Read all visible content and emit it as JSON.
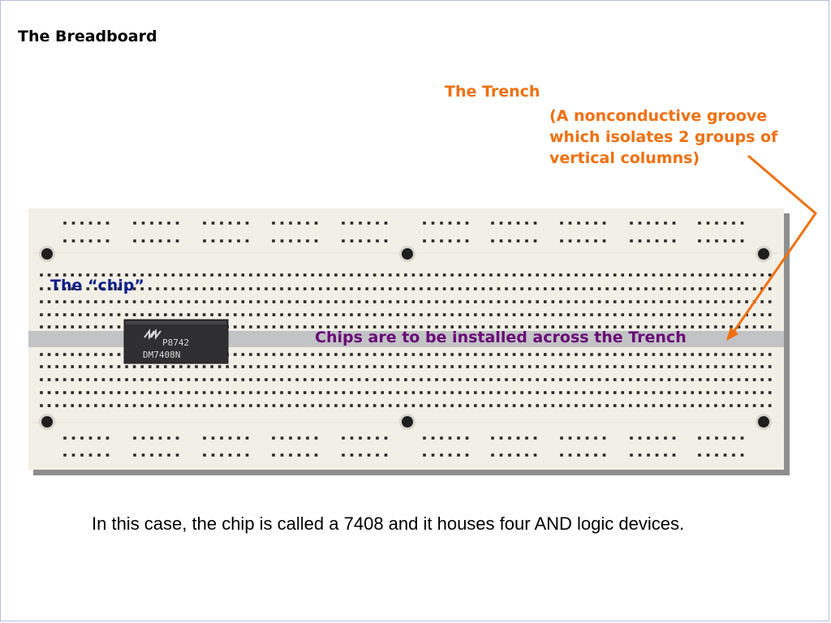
{
  "slide": {
    "title": "The Breadboard",
    "caption": "In this case, the chip is called a 7408 and it houses four AND logic devices."
  },
  "annotations": {
    "trench_title": "The Trench",
    "trench_description": "(A nonconductive groove which isolates 2 groups of vertical columns)",
    "chip_label": "The “chip”",
    "install_label": "Chips are to be installed across the Trench"
  },
  "chip": {
    "marking_line1": "P8742",
    "marking_line2": "DM7408N"
  },
  "colors": {
    "orange": "#f07010",
    "purple": "#6a0a78",
    "navy": "#0b1f8a",
    "board_white": "#f1efe6",
    "trench_gray": "#c2c3c4"
  }
}
